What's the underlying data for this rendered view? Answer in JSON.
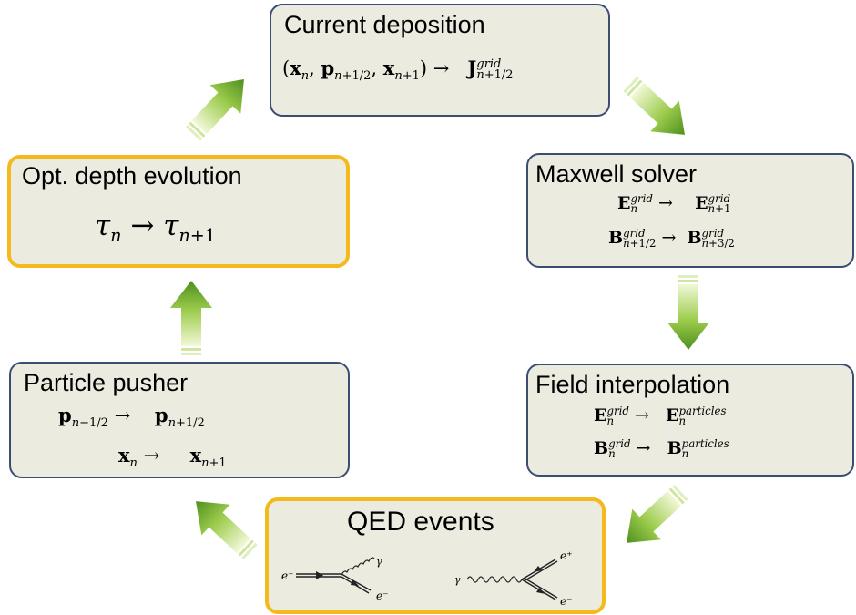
{
  "boxes": {
    "current_deposition": {
      "title": "Current deposition",
      "formula": "(x_n, p_{n+1/2}, x_{n+1}) → J^{grid}_{n+1/2}"
    },
    "maxwell_solver": {
      "title": "Maxwell solver",
      "lines": [
        "E^{grid}_n → E^{grid}_{n+1}",
        "B^{grid}_{n+1/2} → B^{grid}_{n+3/2}"
      ]
    },
    "field_interpolation": {
      "title": "Field interpolation",
      "lines": [
        "E^{grid}_n → E^{particles}_n",
        "B^{grid}_n → B^{particles}_n"
      ]
    },
    "qed_events": {
      "title": "QED events",
      "diagram_labels": [
        "e⁻",
        "γ",
        "e⁻",
        "γ",
        "e⁺",
        "e⁻"
      ]
    },
    "particle_pusher": {
      "title": "Particle pusher",
      "lines": [
        "p_{n−1/2} → p_{n+1/2}",
        "x_n → x_{n+1}"
      ]
    },
    "opt_depth": {
      "title": "Opt. depth evolution",
      "formula": "τ_n → τ_{n+1}"
    }
  },
  "colors": {
    "box_fill": "#ecebe0",
    "box_border": "#3b4d73",
    "qed_border": "#f4b91b",
    "arrow_green": "#6aa628"
  }
}
